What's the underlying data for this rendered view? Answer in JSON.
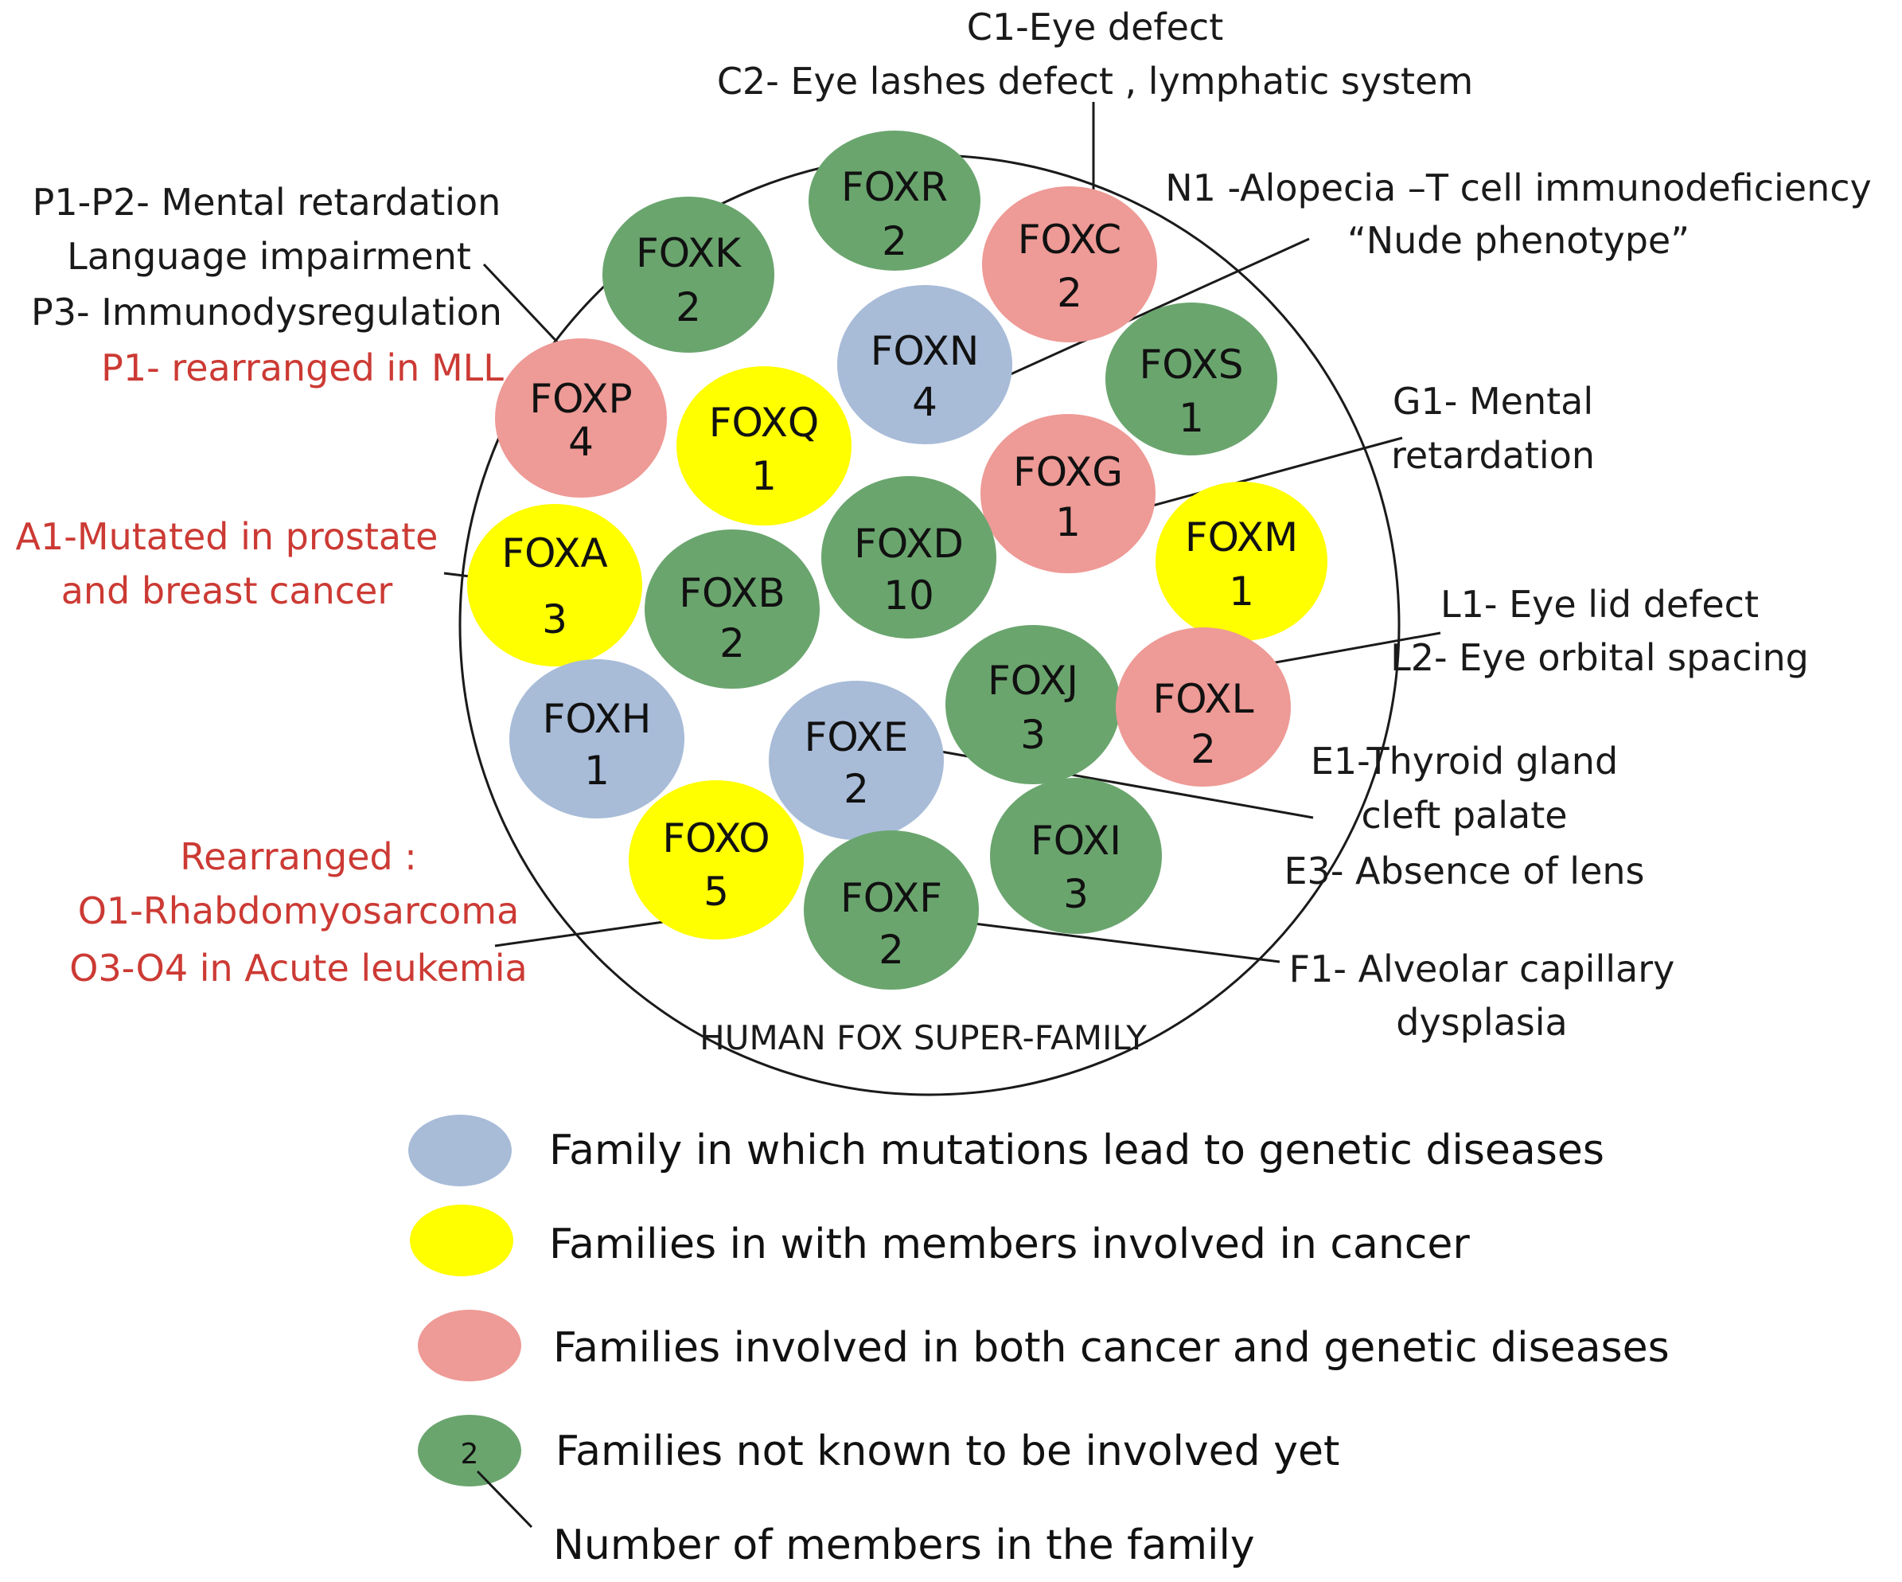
{
  "colors": {
    "genetic": "#a8bcd8",
    "cancer": "#ffff00",
    "both": "#ee9a96",
    "unknown": "#6aa56e",
    "annotation_black": "#1a1a1a",
    "annotation_red": "#cc3a34"
  },
  "title": "HUMAN FOX SUPER-FAMILY",
  "families": [
    {
      "id": "foxr",
      "name": "FOXR",
      "count": "2",
      "category": "unknown"
    },
    {
      "id": "foxc",
      "name": "FOXC",
      "count": "2",
      "category": "both"
    },
    {
      "id": "foxk",
      "name": "FOXK",
      "count": "2",
      "category": "unknown"
    },
    {
      "id": "foxn",
      "name": "FOXN",
      "count": "4",
      "category": "genetic"
    },
    {
      "id": "foxs",
      "name": "FOXS",
      "count": "1",
      "category": "unknown"
    },
    {
      "id": "foxp",
      "name": "FOXP",
      "count": "4",
      "category": "both"
    },
    {
      "id": "foxq",
      "name": "FOXQ",
      "count": "1",
      "category": "cancer"
    },
    {
      "id": "foxg",
      "name": "FOXG",
      "count": "1",
      "category": "both"
    },
    {
      "id": "foxa",
      "name": "FOXA",
      "count": "3",
      "category": "cancer"
    },
    {
      "id": "foxd",
      "name": "FOXD",
      "count": "10",
      "category": "unknown"
    },
    {
      "id": "foxm",
      "name": "FOXM",
      "count": "1",
      "category": "cancer"
    },
    {
      "id": "foxb",
      "name": "FOXB",
      "count": "2",
      "category": "unknown"
    },
    {
      "id": "foxj",
      "name": "FOXJ",
      "count": "3",
      "category": "unknown"
    },
    {
      "id": "foxl",
      "name": "FOXL",
      "count": "2",
      "category": "both"
    },
    {
      "id": "foxh",
      "name": "FOXH",
      "count": "1",
      "category": "genetic"
    },
    {
      "id": "foxe",
      "name": "FOXE",
      "count": "2",
      "category": "genetic"
    },
    {
      "id": "foxo",
      "name": "FOXO",
      "count": "5",
      "category": "cancer"
    },
    {
      "id": "foxi",
      "name": "FOXI",
      "count": "3",
      "category": "unknown"
    },
    {
      "id": "foxf",
      "name": "FOXF",
      "count": "2",
      "category": "unknown"
    }
  ],
  "annotations": [
    {
      "id": "c",
      "lines": [
        "C1-Eye defect",
        "C2- Eye lashes defect , lymphatic system"
      ],
      "color": "black"
    },
    {
      "id": "p",
      "lines": [
        "P1-P2- Mental retardation",
        "Language impairment",
        "P3- Immunodysregulation"
      ],
      "color": "black"
    },
    {
      "id": "p_red",
      "lines": [
        "P1- rearranged in MLL"
      ],
      "color": "red"
    },
    {
      "id": "n",
      "lines": [
        "N1 -Alopecia –T cell immunodeficiency",
        "“Nude phenotype”"
      ],
      "color": "black"
    },
    {
      "id": "g",
      "lines": [
        "G1- Mental",
        "retardation"
      ],
      "color": "black"
    },
    {
      "id": "a",
      "lines": [
        "A1-Mutated in prostate",
        "and breast cancer"
      ],
      "color": "red"
    },
    {
      "id": "l",
      "lines": [
        "L1- Eye lid defect",
        "L2- Eye orbital spacing"
      ],
      "color": "black"
    },
    {
      "id": "e",
      "lines": [
        "E1-Thyroid gland",
        "cleft palate",
        "E3- Absence of lens"
      ],
      "color": "black"
    },
    {
      "id": "o",
      "lines": [
        "Rearranged :",
        "O1-Rhabdomyosarcoma",
        "O3-O4 in Acute leukemia"
      ],
      "color": "red"
    },
    {
      "id": "f",
      "lines": [
        "F1- Alveolar capillary",
        "dysplasia"
      ],
      "color": "black"
    }
  ],
  "legend": {
    "items": [
      {
        "category": "genetic",
        "label": "Family in which mutations  lead to genetic diseases"
      },
      {
        "category": "cancer",
        "label": "Families in with members involved in cancer"
      },
      {
        "category": "both",
        "label": "Families involved in both cancer and genetic diseases"
      },
      {
        "category": "unknown",
        "label": "Families not known to be involved yet",
        "marker_text": "2"
      }
    ],
    "number_note": "Number of members in the family"
  }
}
